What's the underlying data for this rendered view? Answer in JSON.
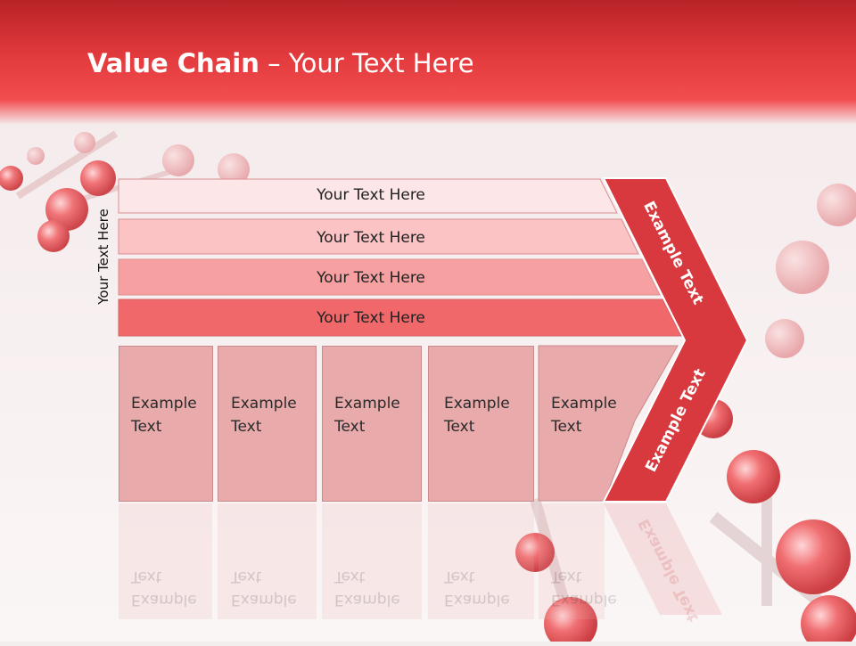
{
  "title": {
    "bold": "Value Chain",
    "rest": " – Your Text Here"
  },
  "side_label": "Your Text Here",
  "rows": [
    {
      "label": "Your Text Here",
      "color": "#fde6e7"
    },
    {
      "label": "Your Text Here",
      "color": "#fbc3c4"
    },
    {
      "label": "Your Text Here",
      "color": "#f7a0a1"
    },
    {
      "label": "Your Text Here",
      "color": "#f0686a"
    }
  ],
  "cells": [
    {
      "line1": "Example",
      "line2": "Text"
    },
    {
      "line1": "Example",
      "line2": "Text"
    },
    {
      "line1": "Example",
      "line2": "Text"
    },
    {
      "line1": "Example",
      "line2": "Text"
    },
    {
      "line1": "Example",
      "line2": "Text"
    }
  ],
  "arrow": {
    "upper_text": "Example Text",
    "lower_text": "Example Text",
    "color": "#d8393e"
  }
}
